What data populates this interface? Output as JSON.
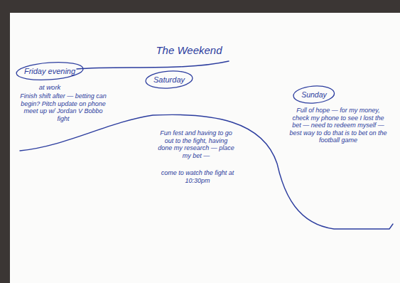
{
  "diagram": {
    "title": "The Weekend",
    "nodes": [
      {
        "text": [
          "Friday evening"
        ]
      },
      {
        "text": [
          "Saturday"
        ]
      },
      {
        "text": [
          "Sunday"
        ]
      }
    ],
    "labels": [
      "at work",
      "Finish shift after — betting can begin? Pitch update on phone meet up w/ Jordan V Bobbo fight",
      "Fun fest and having to go out to the fight, having done my research — place my bet —",
      "come to watch the fight at 10:30pm",
      "Full of hope — for my money, check my phone to see I lost the bet — need to redeem myself — best way to do that is to bet on the football game"
    ]
  }
}
